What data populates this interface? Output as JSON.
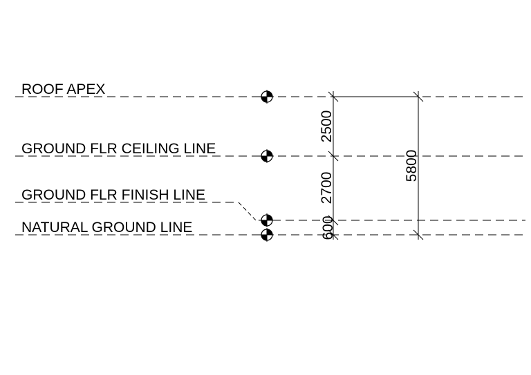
{
  "levels": [
    {
      "label": "ROOF APEX"
    },
    {
      "label": "GROUND FLR CEILING LINE"
    },
    {
      "label": "GROUND FLR FINISH LINE"
    },
    {
      "label": "NATURAL GROUND LINE"
    }
  ],
  "dimensions": {
    "segment_1": "2500",
    "segment_2": "2700",
    "segment_3": "600",
    "overall": "5800"
  },
  "colors": {
    "ink": "#000000",
    "background": "#ffffff"
  },
  "icons": {
    "level_marker": "level-datum-icon"
  }
}
